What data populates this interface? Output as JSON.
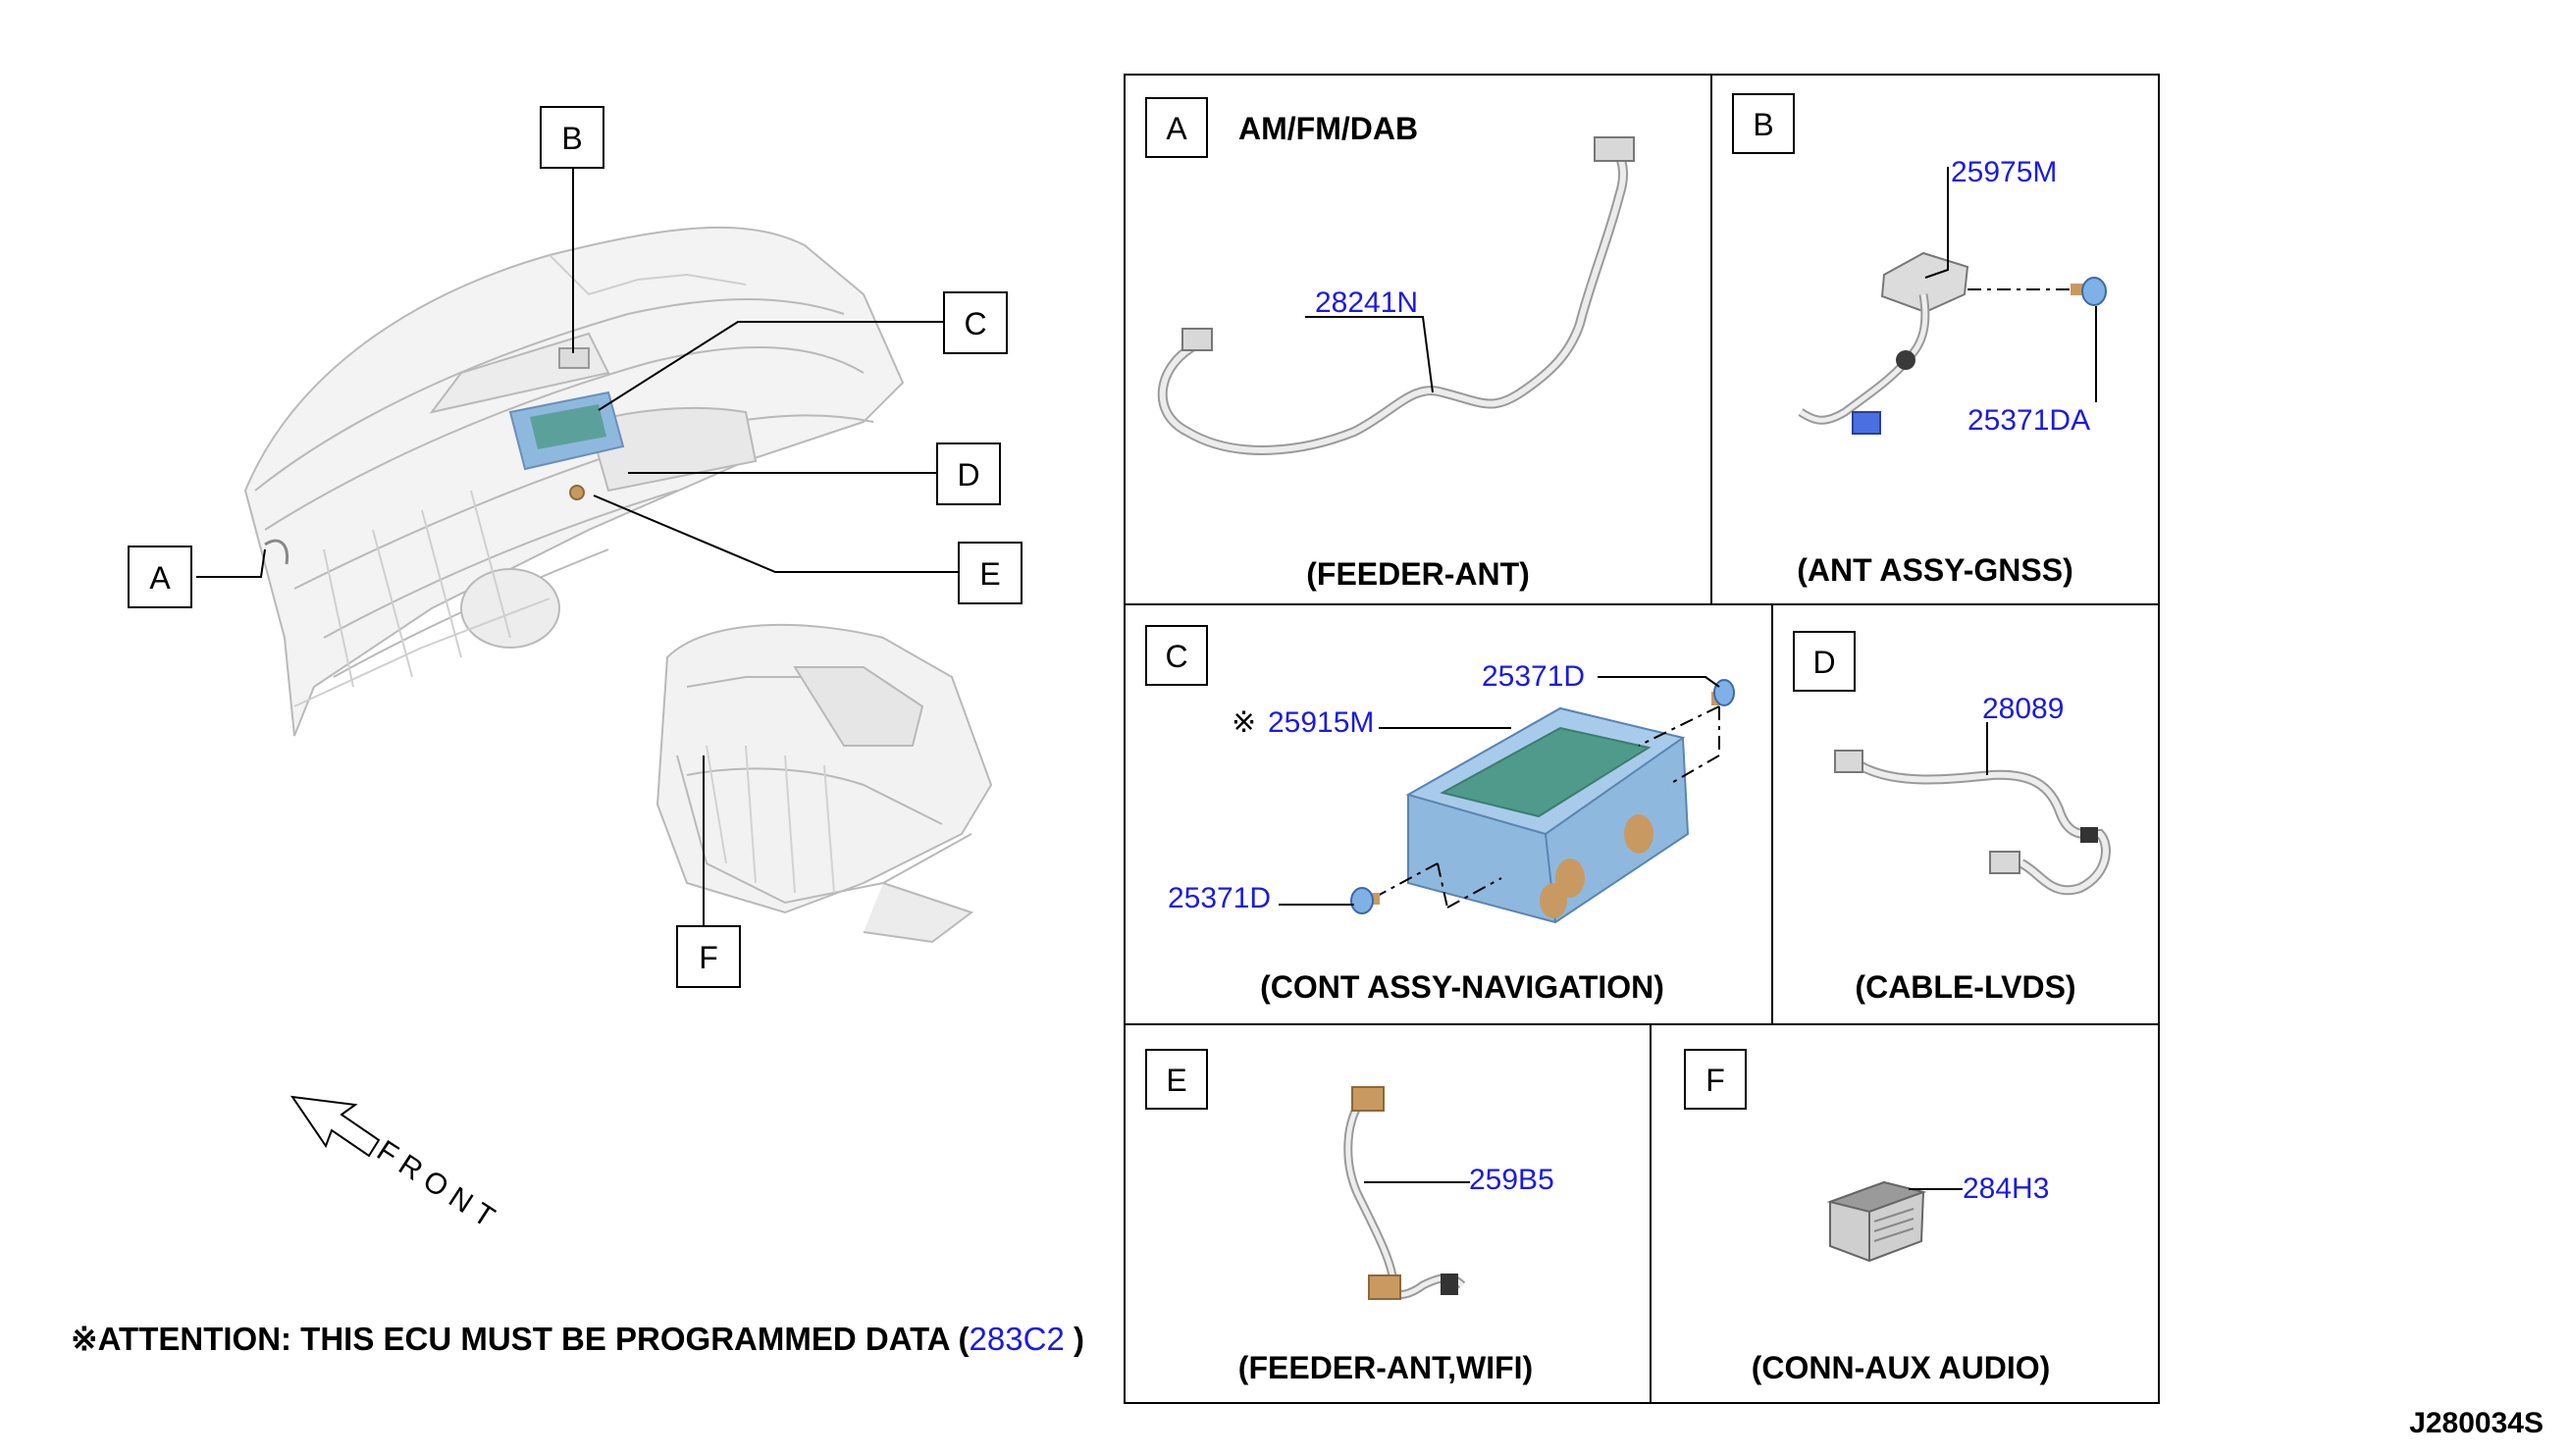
{
  "overview": {
    "callouts": [
      "A",
      "B",
      "C",
      "D",
      "E",
      "F"
    ],
    "front_label": "FRONT"
  },
  "attention": {
    "prefix": "※",
    "text": "ATTENTION: THIS ECU MUST BE PROGRAMMED DATA (",
    "part": "283C2",
    "suffix": " )"
  },
  "drawing_id": "J280034S",
  "panels": {
    "a": {
      "letter": "A",
      "subtitle": "AM/FM/DAB",
      "caption": "(FEEDER-ANT)",
      "parts": [
        "28241N"
      ]
    },
    "b": {
      "letter": "B",
      "caption": "(ANT ASSY-GNSS)",
      "parts": [
        "25975M",
        "25371DA"
      ]
    },
    "c": {
      "letter": "C",
      "caption": "(CONT ASSY-NAVIGATION)",
      "mark": "※",
      "parts": [
        "25371D",
        "25915M",
        "25371D"
      ]
    },
    "d": {
      "letter": "D",
      "caption": "(CABLE-LVDS)",
      "parts": [
        "28089"
      ]
    },
    "e": {
      "letter": "E",
      "caption": "(FEEDER-ANT,WIFI)",
      "parts": [
        "259B5"
      ]
    },
    "f": {
      "letter": "F",
      "caption": "(CONN-AUX AUDIO)",
      "parts": [
        "284H3"
      ]
    }
  },
  "colors": {
    "part_number": "#1a1ae6",
    "ecu_blue": "#8fb8df",
    "ecu_green": "#4f9a8a",
    "bolt_blue": "#7fb0e6",
    "connector_tan": "#c89a62",
    "line": "#000000"
  }
}
